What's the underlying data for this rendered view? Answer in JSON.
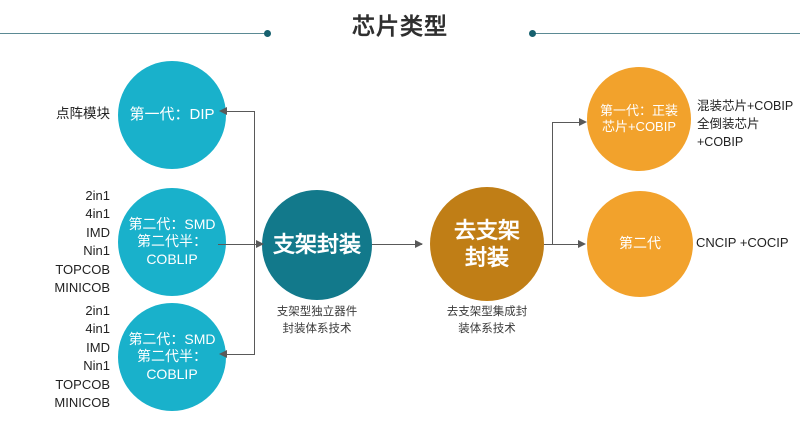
{
  "header": {
    "title": "芯片类型",
    "rule_color": "#5b8a94",
    "dot_color": "#16606e"
  },
  "colors": {
    "cyan": "#19b1cb",
    "teal": "#12798b",
    "dark_orange": "#c07e16",
    "orange": "#f2a22c",
    "connector": "#595959",
    "text": "#222222"
  },
  "left_branch": {
    "nodes": [
      {
        "id": "gen1-dip",
        "circle_text": "第一代：DIP",
        "side_label": "点阵模块"
      },
      {
        "id": "gen2-smd-a",
        "circle_text": "第二代：SMD\n第二代半：\nCOBLIP",
        "side_label": "2in1\n4in1\nIMD\nNin1\nTOPCOB\nMINICOB"
      },
      {
        "id": "gen2-smd-b",
        "circle_text": "第二代：SMD\n第二代半：\nCOBLIP",
        "side_label": "2in1\n4in1\nIMD\nNin1\nTOPCOB\nMINICOB"
      }
    ]
  },
  "middle": {
    "bracket": {
      "circle_text": "支架封装",
      "caption": "支架型独立器件\n封装体系技术"
    },
    "debracket": {
      "circle_text": "去支架\n封装",
      "caption": "去支架型集成封\n装体系技术"
    }
  },
  "right_branch": {
    "nodes": [
      {
        "id": "right-gen1",
        "circle_text": "第一代：正装\n芯片+COBIP",
        "side_label": "混装芯片+COBIP\n全倒装芯片\n+COBIP"
      },
      {
        "id": "right-gen2",
        "circle_text": "第二代",
        "side_label": "CNCIP +COCIP"
      }
    ]
  }
}
